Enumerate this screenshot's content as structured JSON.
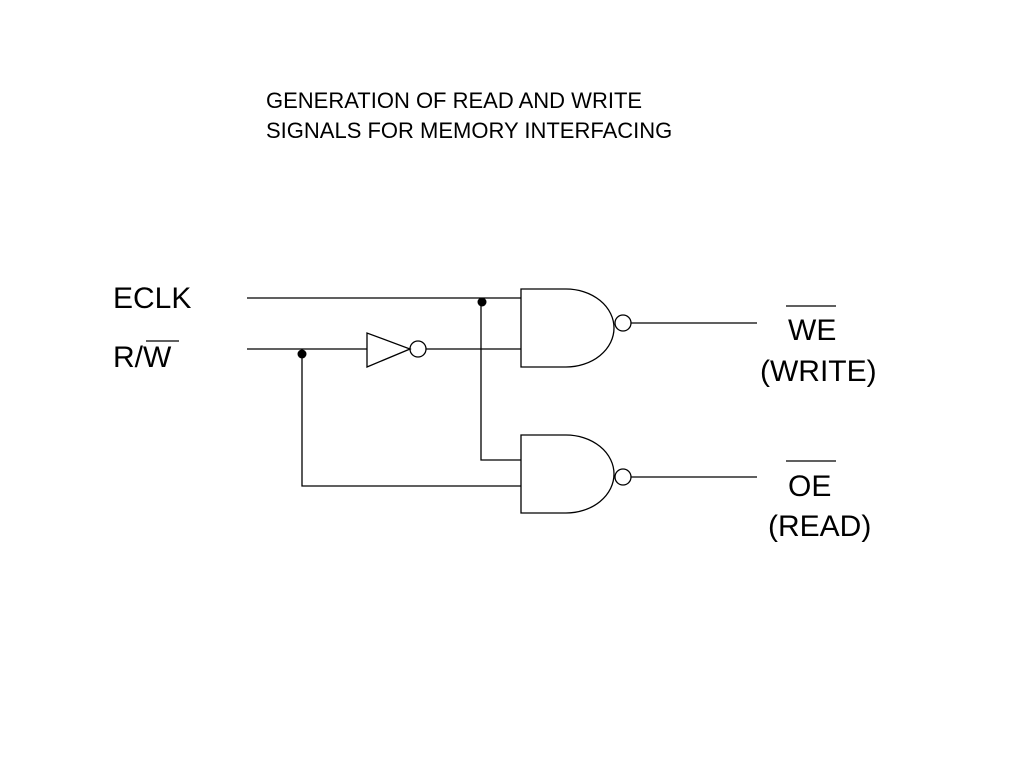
{
  "title": {
    "line1": "GENERATION OF READ AND WRITE",
    "line2": "SIGNALS FOR MEMORY INTERFACING"
  },
  "inputs": {
    "eclk": "ECLK",
    "rw_prefix": "R/",
    "rw_bar": "W"
  },
  "outputs": {
    "we": "WE",
    "we_desc": "(WRITE)",
    "oe": "OE",
    "oe_desc": "(READ)"
  }
}
